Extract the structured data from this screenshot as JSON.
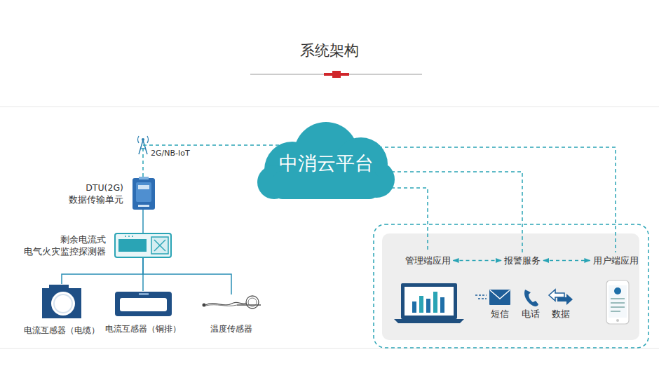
{
  "diagram": {
    "title": "系统架构",
    "nodes": [
      {
        "text": [
          "中消云平台"
        ]
      },
      {
        "text": [
          "DTU(2G) 数据传输单元"
        ]
      },
      {
        "text": [
          "剩余电流式 电气火灾监控探测器"
        ]
      },
      {
        "text": [
          "电流互感器（电缆）"
        ]
      },
      {
        "text": [
          "电流互感器（铜排）"
        ]
      },
      {
        "text": [
          "温度传感器"
        ]
      },
      {
        "text": [
          "管理端应用"
        ]
      },
      {
        "text": [
          "报警服务"
        ]
      },
      {
        "text": [
          "用户端应用"
        ]
      }
    ],
    "edges": [
      {
        "from": 1,
        "to": 0,
        "arrow": "none",
        "label": "2G/NB-IoT"
      },
      {
        "from": 2,
        "to": 1,
        "arrow": "none"
      },
      {
        "from": 2,
        "to": 3,
        "arrow": "none"
      },
      {
        "from": 2,
        "to": 4,
        "arrow": "none"
      },
      {
        "from": 2,
        "to": 5,
        "arrow": "none"
      },
      {
        "from": 0,
        "to": 6,
        "arrow": "none"
      },
      {
        "from": 0,
        "to": 7,
        "arrow": "none"
      },
      {
        "from": 0,
        "to": 8,
        "arrow": "none"
      },
      {
        "from": 6,
        "to": 7,
        "arrow": "both"
      },
      {
        "from": 7,
        "to": 8,
        "arrow": "both"
      }
    ],
    "labels": [
      "短信",
      "电话",
      "数据"
    ]
  }
}
